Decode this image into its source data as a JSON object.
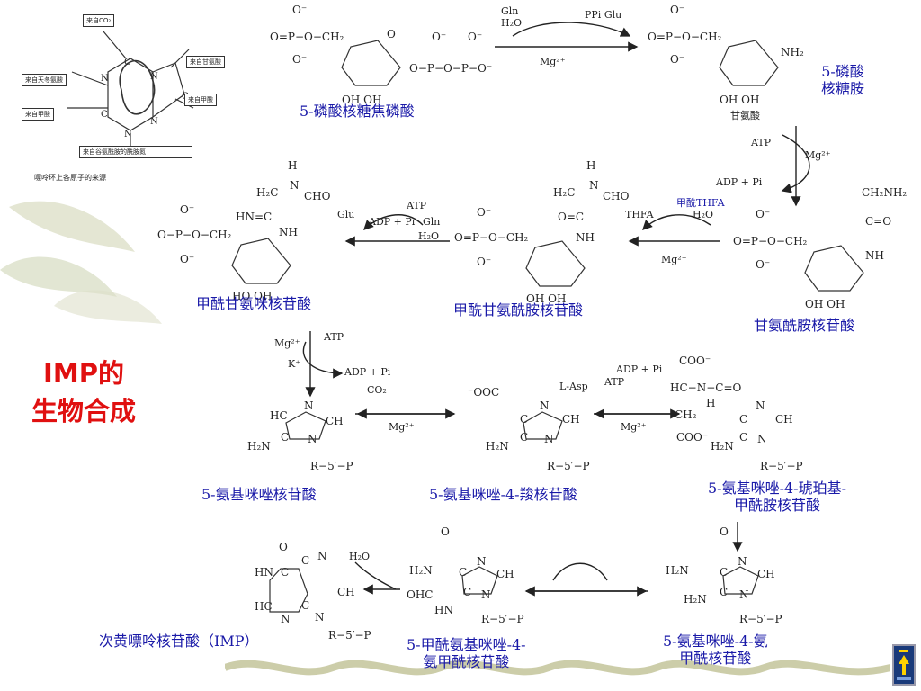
{
  "title": {
    "line1": "IMP的",
    "line2": "生物合成"
  },
  "purine_inset": {
    "boxes": [
      "来自CO₂",
      "来自甘氨酸",
      "来自天冬氨酸",
      "来自甲酸",
      "来自甲酸",
      "来自谷氨酰胺的酰胺氮"
    ],
    "caption": "嘌呤环上各原子的来源"
  },
  "compounds": {
    "prpp": "5-磷酸核糖焦磷酸",
    "pra_line1": "5-磷酸",
    "pra_line2": "核糖胺",
    "gar": "甘氨酰胺核苷酸",
    "fgar": "甲酰甘氨酰胺核苷酸",
    "fgam": "甲酰甘氨咪核苷酸",
    "air": "5-氨基咪唑核苷酸",
    "cair": "5-氨基咪唑-4-羧核苷酸",
    "saicar_line1": "5-氨基咪唑-4-琥珀基-",
    "saicar_line2": "甲酰胺核苷酸",
    "aicar_line1": "5-氨基咪唑-4-氨",
    "aicar_line2": "甲酰核苷酸",
    "faicar_line1": "5-甲酰氨基咪唑-4-",
    "faicar_line2": "氨甲酰核苷酸",
    "imp": "次黄嘌呤核苷酸（IMP）"
  },
  "reagents": {
    "step1_in": "Gln\nH₂O",
    "step1_out": "PPi  Glu",
    "step1_cofactor": "Mg²⁺",
    "step2_substrate": "甘氨酸",
    "step2_in": "ATP",
    "step2_out": "ADP + Pi",
    "step2_cofactor": "Mg²⁺",
    "step3_in": "甲酰THFA",
    "step3_out": "THFA",
    "step3_water": "H₂O",
    "step3_cofactor": "Mg²⁺",
    "step4_in": "ATP",
    "step4_out": "ADP + Pi",
    "step4_gln": "Gln",
    "step4_glu": "Glu",
    "step4_water": "H₂O",
    "step5_cofactor": "Mg²⁺",
    "step5_k": "K⁺",
    "step5_in": "ATP",
    "step5_out": "ADP + Pi",
    "step6_co2": "CO₂",
    "step6_cofactor": "Mg²⁺",
    "step7_asp": "L-Asp",
    "step7_atp": "ATP",
    "step7_out": "ADP + Pi",
    "step7_cofactor": "Mg²⁺",
    "step10_water": "H₂O"
  },
  "colors": {
    "title": "#e01010",
    "label": "#1a1aa8",
    "nav": "#1a3a7a"
  }
}
